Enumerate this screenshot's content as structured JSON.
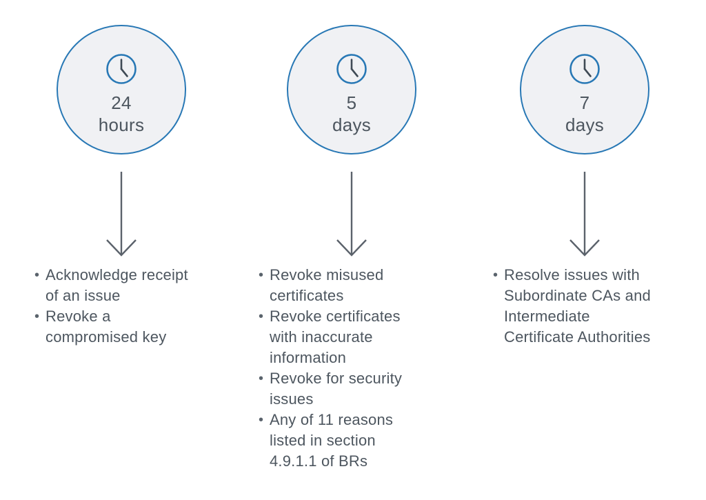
{
  "palette": {
    "circle_border": "#2878b5",
    "circle_fill": "#f0f1f4",
    "clock_ring": "#2878b5",
    "clock_hands": "#3f4a55",
    "arrow": "#5b626b",
    "text": "#4d565f"
  },
  "columns": [
    {
      "id": "24-hours",
      "badge": {
        "value": "24",
        "unit": "hours"
      },
      "icon": "clock-icon",
      "items": [
        "Acknowledge receipt\nof an issue",
        "Revoke a\ncompromised key"
      ]
    },
    {
      "id": "5-days",
      "badge": {
        "value": "5",
        "unit": "days"
      },
      "icon": "clock-icon",
      "items": [
        "Revoke misused\ncertificates",
        "Revoke certificates\nwith inaccurate\ninformation",
        "Revoke for security\nissues",
        "Any of 11 reasons\nlisted in section\n4.9.1.1 of BRs"
      ]
    },
    {
      "id": "7-days",
      "badge": {
        "value": "7",
        "unit": "days"
      },
      "icon": "clock-icon",
      "items": [
        "Resolve issues with\nSubordinate CAs and\nIntermediate\nCertificate Authorities"
      ]
    }
  ]
}
